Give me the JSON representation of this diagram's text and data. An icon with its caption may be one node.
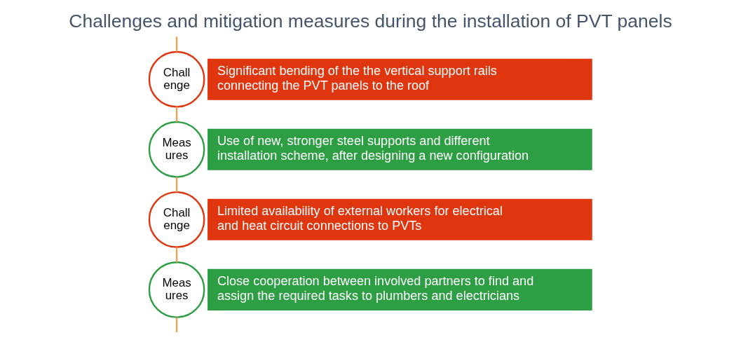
{
  "diagram": {
    "title": "Challenges and mitigation measures during the installation of PVT panels",
    "nodes": [
      {
        "text": [
          "Chall enge"
        ]
      },
      {
        "text": [
          "Significant bending of the the vertical support rails connecting the PVT panels to the roof"
        ]
      },
      {
        "text": [
          "Meas ures"
        ]
      },
      {
        "text": [
          "Use of new, stronger steel supports and different installation scheme, after designing a new configuration"
        ]
      },
      {
        "text": [
          "Chall enge"
        ]
      },
      {
        "text": [
          "Limited availability of external workers for electrical and heat circuit connections to PVTs"
        ]
      },
      {
        "text": [
          "Meas ures"
        ]
      },
      {
        "text": [
          "Close cooperation between involved partners to find and assign the required tasks to plumbers and electricians"
        ]
      }
    ],
    "edges": [
      {
        "from": null,
        "to": 0,
        "arrow": "none"
      },
      {
        "from": 0,
        "to": 2,
        "arrow": "none"
      },
      {
        "from": 2,
        "to": 4,
        "arrow": "none"
      },
      {
        "from": 4,
        "to": 6,
        "arrow": "none"
      },
      {
        "from": 6,
        "to": null,
        "arrow": "none"
      }
    ]
  }
}
